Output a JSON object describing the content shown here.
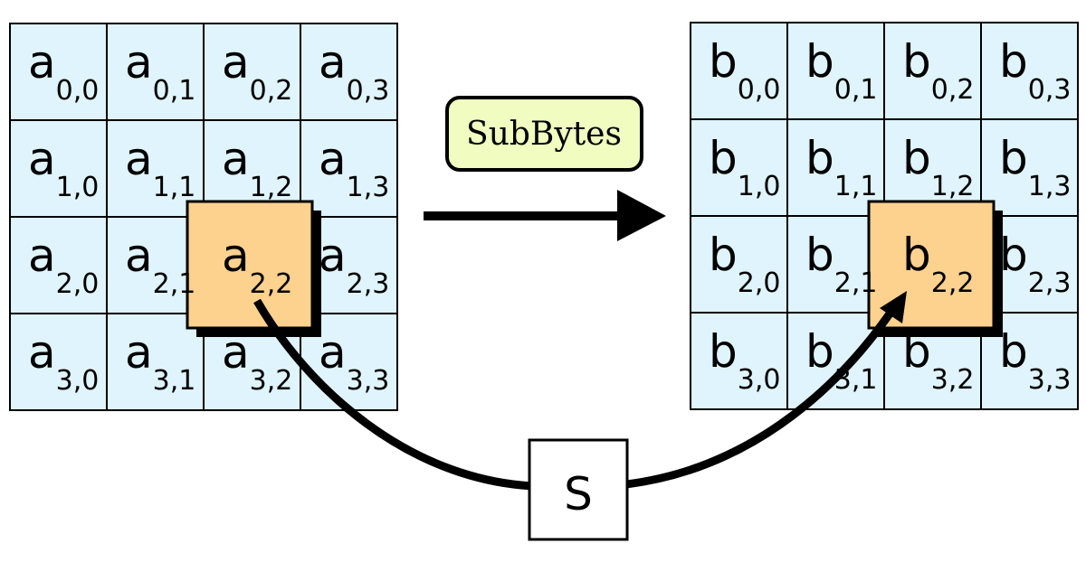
{
  "left_grid": {
    "letter": "a",
    "cells": [
      [
        "0,0",
        "0,1",
        "0,2",
        "0,3"
      ],
      [
        "1,0",
        "1,1",
        "1,2",
        "1,3"
      ],
      [
        "2,0",
        "2,1",
        "2,2",
        "2,3"
      ],
      [
        "3,0",
        "3,1",
        "3,2",
        "3,3"
      ]
    ],
    "highlight": "2,2"
  },
  "right_grid": {
    "letter": "b",
    "cells": [
      [
        "0,0",
        "0,1",
        "0,2",
        "0,3"
      ],
      [
        "1,0",
        "1,1",
        "1,2",
        "1,3"
      ],
      [
        "2,0",
        "2,1",
        "2,2",
        "2,3"
      ],
      [
        "3,0",
        "3,1",
        "3,2",
        "3,3"
      ]
    ],
    "highlight": "2,2"
  },
  "operation_label": "SubBytes",
  "sbox_label": "S",
  "colors": {
    "cell_fill": "#dff4fc",
    "highlight_fill": "#fdd18e",
    "label_fill": "#f0fcc0",
    "stroke": "#000000"
  }
}
